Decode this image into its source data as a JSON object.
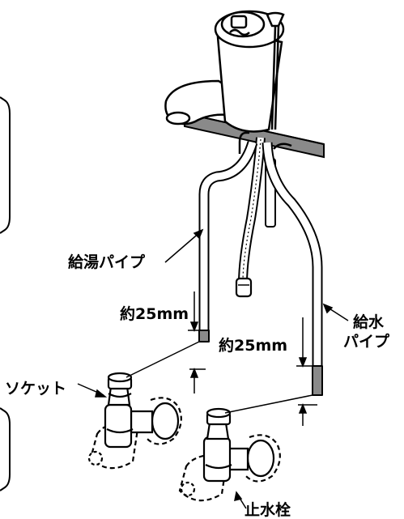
{
  "labels": {
    "hot_pipe": "給湯パイプ",
    "cold_pipe_line1": "給水",
    "cold_pipe_line2": "パイプ",
    "dimension_left": "約25mm",
    "dimension_right": "約25mm",
    "socket": "ソケット",
    "stop_valve": "止水栓"
  }
}
